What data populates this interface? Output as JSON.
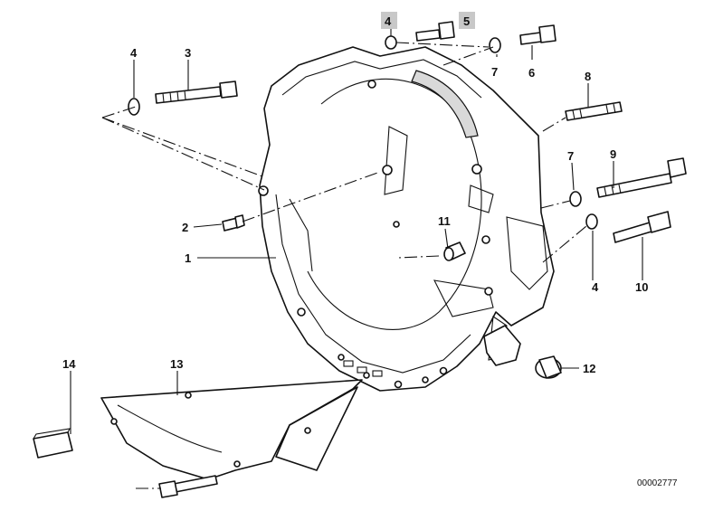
{
  "callouts": {
    "c1": "1",
    "c2": "2",
    "c3": "3",
    "c4a": "4",
    "c4b": "4",
    "c4c": "4",
    "c5": "5",
    "c6": "6",
    "c7a": "7",
    "c7b": "7",
    "c8": "8",
    "c9": "9",
    "c10": "10",
    "c11": "11",
    "c12": "12",
    "c13": "13",
    "c14": "14"
  },
  "highlighted_callouts": [
    "4",
    "5"
  ],
  "reference_number": "00002777",
  "colors": {
    "line": "#111111",
    "highlight": "#c8c8c8",
    "background": "#ffffff"
  }
}
